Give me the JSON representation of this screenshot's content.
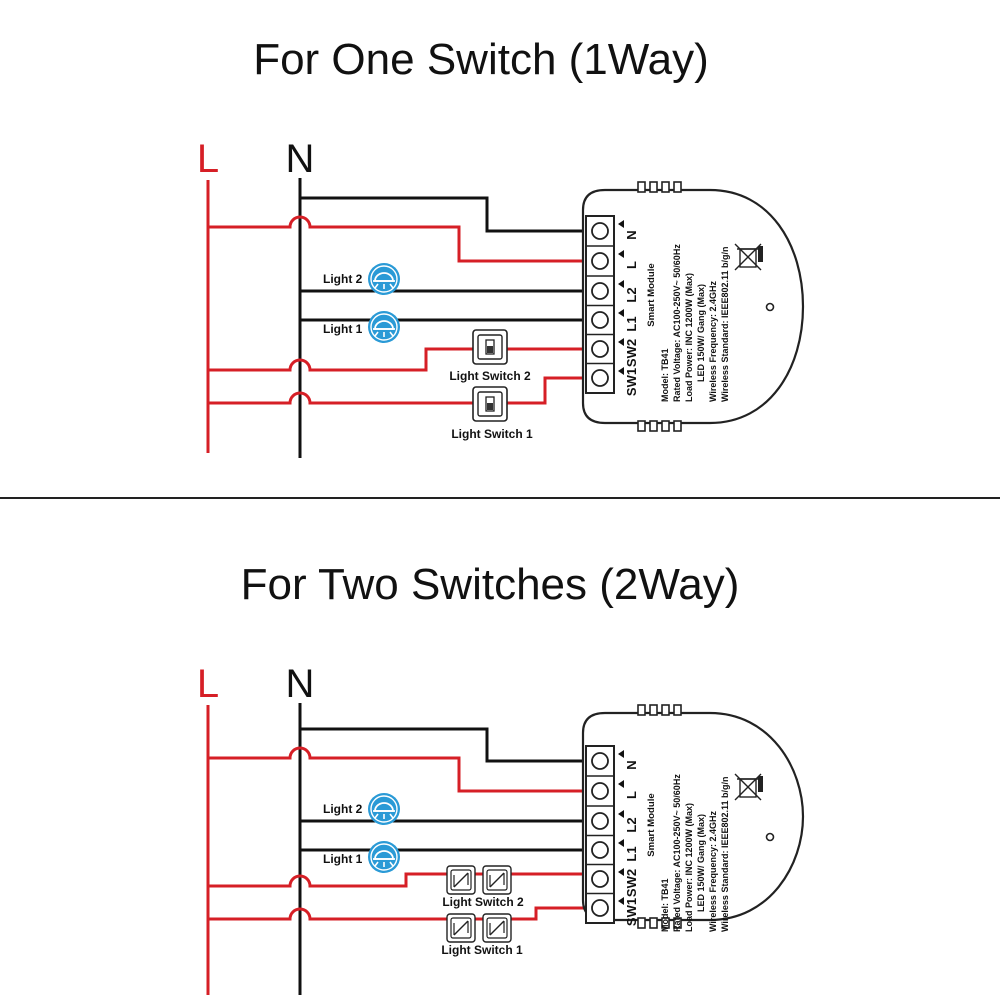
{
  "colors": {
    "live": "#d61f26",
    "neutral": "#111111",
    "lamp": "#2a9ad6"
  },
  "sections": [
    {
      "title": "For One Switch (1Way)",
      "bus_l": "L",
      "bus_n": "N",
      "light2": "Light 2",
      "light1": "Light 1",
      "switch2": "Light Switch 2",
      "switch1": "Light Switch 1",
      "module": {
        "terminals": [
          "N",
          "L",
          "L2",
          "L1",
          "SW2",
          "SW1"
        ],
        "name": "Smart Module",
        "model": "Model: TB41",
        "voltage": "Rated Voltage: AC100-250V~ 50/60Hz",
        "load": "Load Power: INC 1200W (Max)",
        "led": "LED 150W/ Gang (Max)",
        "freq": "Wireless Frequency: 2.4GHz",
        "std": "Wireless Standard: IEEE802.11 b/g/n"
      }
    },
    {
      "title": "For Two Switches (2Way)",
      "bus_l": "L",
      "bus_n": "N",
      "light2": "Light 2",
      "light1": "Light 1",
      "switch2": "Light Switch 2",
      "switch1": "Light Switch 1",
      "module": {
        "terminals": [
          "N",
          "L",
          "L2",
          "L1",
          "SW2",
          "SW1"
        ],
        "name": "Smart Module",
        "model": "Model: TB41",
        "voltage": "Rated Voltage: AC100-250V~ 50/60Hz",
        "load": "Load Power: INC 1200W (Max)",
        "led": "LED 150W/ Gang (Max)",
        "freq": "Wireless Frequency: 2.4GHz",
        "std": "Wireless Standard: IEEE802.11 b/g/n"
      }
    }
  ]
}
